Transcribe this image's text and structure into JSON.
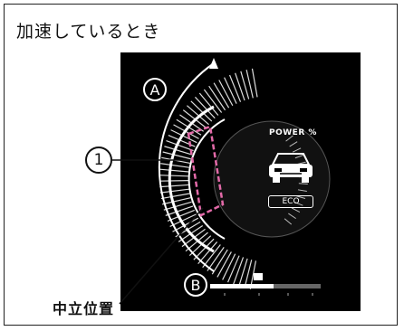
{
  "heading": "加速しているとき",
  "labels": {
    "callout_a": "A",
    "callout_b": "B",
    "callout_1": "1",
    "power": "POWER %",
    "eco": "ECO",
    "neutral": "中立位置"
  },
  "icons": {
    "car": "car-front-icon",
    "gauge": "power-gauge-icon"
  },
  "colors": {
    "panel_background": "#000000",
    "gauge_ticks": "#ffffff",
    "highlight": "#e26aa8"
  }
}
